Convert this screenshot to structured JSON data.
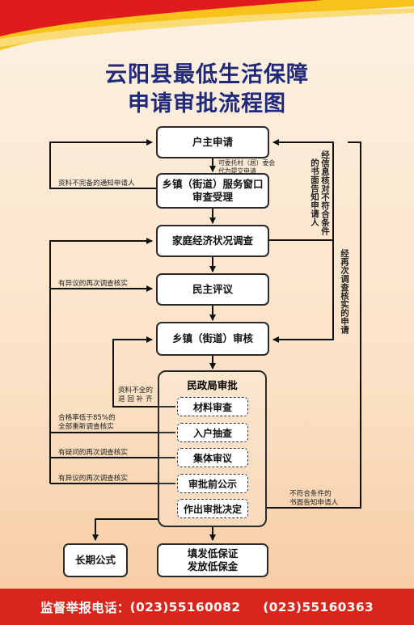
{
  "title": {
    "line1": "云阳县最低生活保障",
    "line2": "申请审批流程图"
  },
  "nodes": {
    "apply": "户主申请",
    "accept": "乡镇（街道）服务窗口\n审查受理",
    "survey": "家庭经济状况调查",
    "review": "民主评议",
    "audit": "乡镇（街道）审核",
    "bureau": "民政局审批",
    "material": "材料审查",
    "spot": "入户抽查",
    "collective": "集体审议",
    "publicity": "审批前公示",
    "decision": "作出审批决定",
    "long_publicity": "长期公式",
    "issue": "填发低保证\n发放低保金"
  },
  "notes": {
    "village": "可委托村（居）委会\n代为提交申请",
    "incomplete": "资料不完备的通知申请人",
    "objection_review": "有异议的再次调查核实",
    "material_incomplete": "资料不全的\n退 回 补 齐",
    "pass_rate": "合格率低于85%的\n全部重新调查核实",
    "doubt": "有疑问的再次调查核实",
    "objection_publicity": "有异议的再次调查核实",
    "not_qualified": "不符合条件的\n书面告知申请人",
    "verified_not": "经信息核对不符合条件的书面告知申请人",
    "resurvey": "经再次调查核实的申请"
  },
  "footer": {
    "label": "监督举报电话：",
    "phone1": "(023)55160082",
    "phone2": "(023)55160363"
  },
  "colors": {
    "title": "#21297a",
    "footer": "#d9261c",
    "wave_red": "#e01b1b",
    "wave_yellow": "#f7c31b"
  }
}
